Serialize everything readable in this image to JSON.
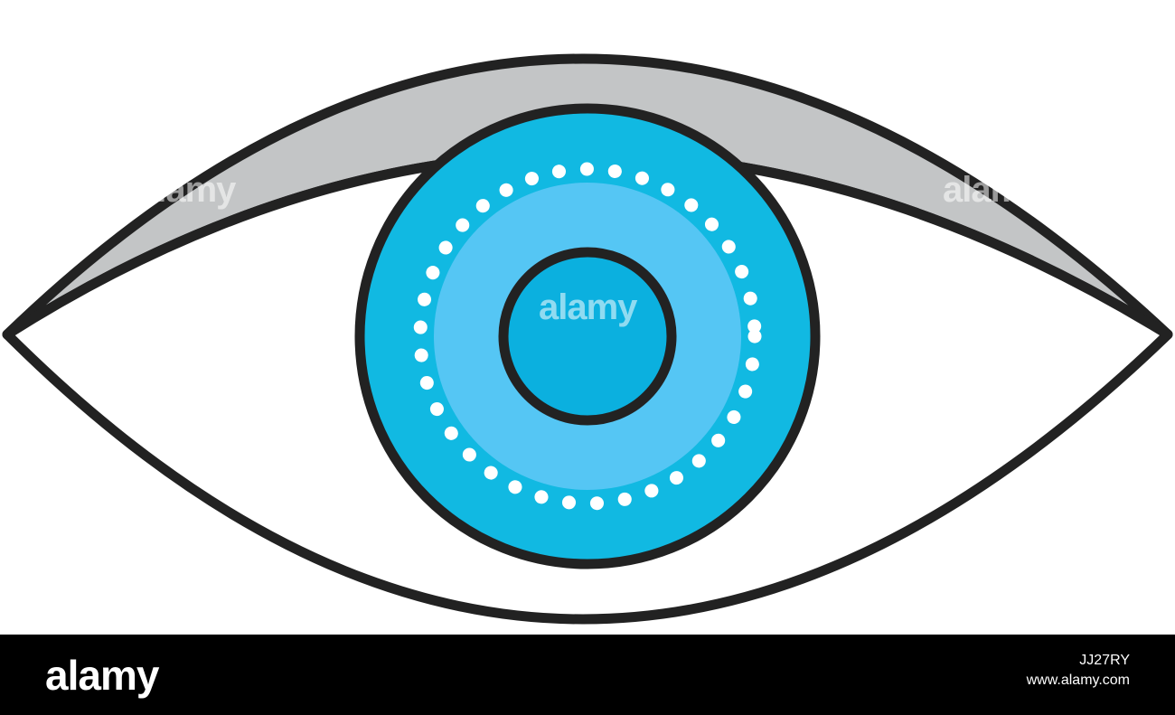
{
  "illustration": {
    "subject": "eye-icon",
    "colors": {
      "outline": "#222222",
      "eyelid": "#c3c5c6",
      "sclera": "#ffffff",
      "iris_outer": "#11b9e2",
      "iris_inner": "#55c6f4",
      "pupil": "#0bb0df",
      "dots": "#ffffff"
    }
  },
  "watermark": {
    "text": "alamy"
  },
  "footer": {
    "logo": "alamy",
    "image_id": "JJ27RY",
    "site": "www.alamy.com",
    "background": "#000000"
  }
}
